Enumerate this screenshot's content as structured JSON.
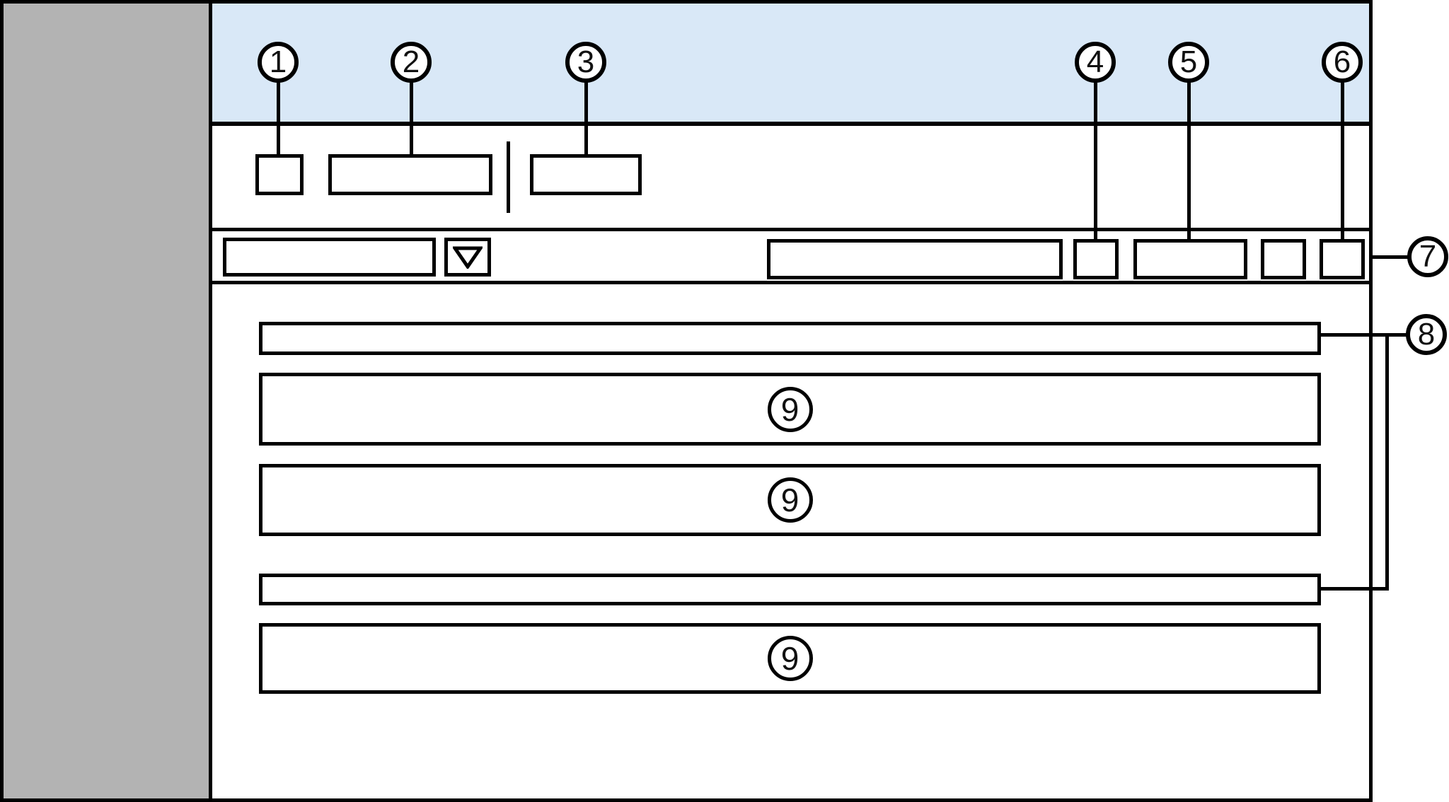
{
  "colors": {
    "header_bg": "#d9e8f7",
    "sidebar_bg": "#b3b3b3",
    "line": "#000000",
    "box_bg": "#ffffff"
  },
  "callouts": {
    "header": [
      {
        "label": "1"
      },
      {
        "label": "2"
      },
      {
        "label": "3"
      },
      {
        "label": "4"
      },
      {
        "label": "5"
      },
      {
        "label": "6"
      }
    ],
    "toolbar": {
      "label": "7"
    },
    "rows_group": {
      "label": "8"
    }
  },
  "rows": [
    {
      "kind": "thin",
      "badge": ""
    },
    {
      "kind": "tall",
      "badge": "9"
    },
    {
      "kind": "tall",
      "badge": "9"
    },
    {
      "kind": "thin",
      "badge": ""
    },
    {
      "kind": "tall",
      "badge": "9"
    }
  ],
  "icons": {
    "dropdown_arrow": "triangle-down"
  }
}
